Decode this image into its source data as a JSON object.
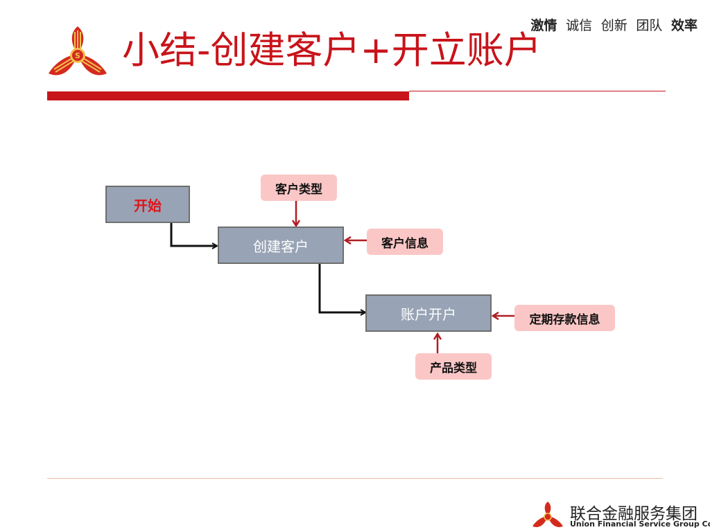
{
  "header": {
    "slogan": [
      "激情",
      "诚信",
      "创新",
      "团队",
      "效率"
    ],
    "title": "小结-创建客户+开立账户"
  },
  "diagram": {
    "nodes": {
      "start": "开始",
      "create_customer": "创建客户",
      "open_account": "账户开户"
    },
    "inputs": {
      "customer_type": "客户类型",
      "customer_info": "客户信息",
      "deposit_info": "定期存款信息",
      "product_type": "产品类型"
    }
  },
  "footer": {
    "company_cn": "联合金融服务集团",
    "company_en": "Union Financial Service Group Co. LTD."
  },
  "colors": {
    "brand_red": "#c8141b",
    "box_fill": "#98a4b5",
    "tag_fill": "#fbc7c6",
    "arrow_red": "#b01c22"
  },
  "icons": {
    "logo": "three-petal-logo-icon"
  }
}
